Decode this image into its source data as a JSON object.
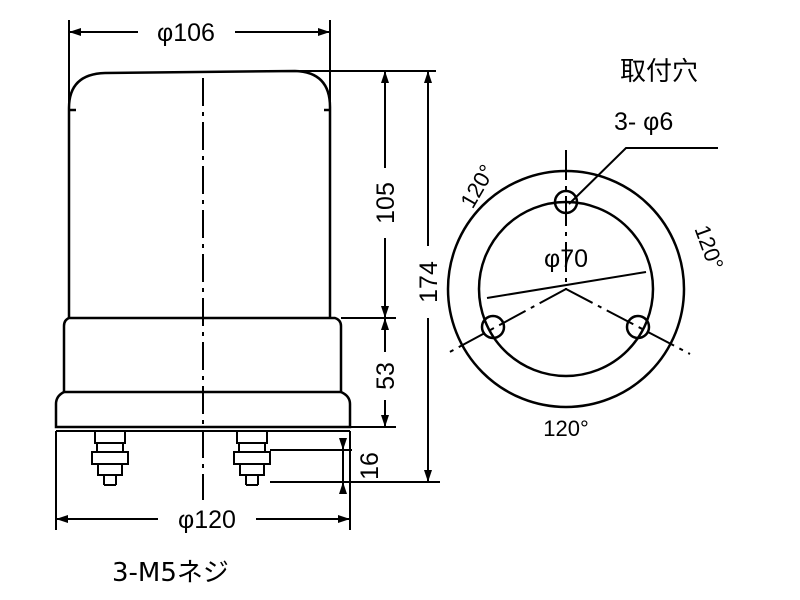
{
  "side_view": {
    "dome_diameter": "φ106",
    "base_diameter": "φ120",
    "height_dome": "105",
    "height_total": "174",
    "height_base": "53",
    "stud_length": "16",
    "studs_note": "3-M5ネジ"
  },
  "mounting_holes": {
    "title": "取付穴",
    "hole_note": "3- φ6",
    "pcd": "φ70",
    "angle_top_left": "120°",
    "angle_right": "120°",
    "angle_bottom": "120°"
  }
}
